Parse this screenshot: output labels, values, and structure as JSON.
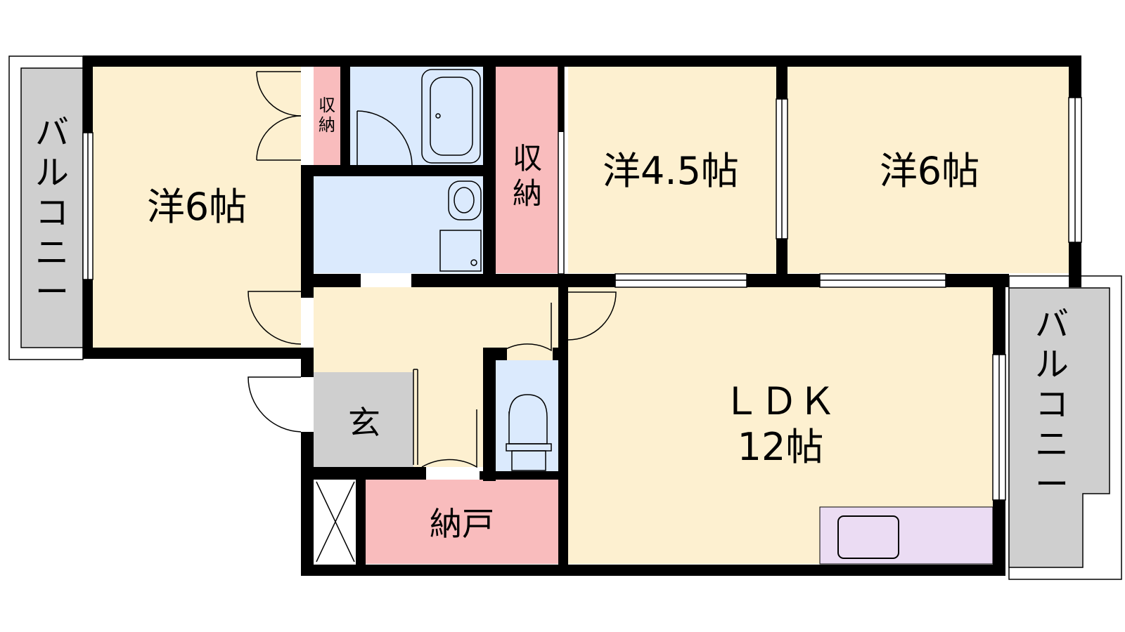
{
  "colors": {
    "western_room": "#fdf0d0",
    "storage": "#f9bcbd",
    "wet_area": "#dbeafd",
    "entrance": "#cfcfcf",
    "balcony": "#cfcfcf",
    "kitchen": "#ebdcf3",
    "wall": "#000000"
  },
  "rooms": {
    "west_room": {
      "label": "洋6帖"
    },
    "room_45": {
      "label": "洋4.5帖"
    },
    "east_room": {
      "label": "洋6帖"
    },
    "ldk": {
      "label_line1": "ＬＤＫ",
      "label_line2": "12帖"
    },
    "small_closet": {
      "label_line1": "収",
      "label_line2": "納"
    },
    "closet": {
      "label_line1": "収",
      "label_line2": "納"
    },
    "entrance": {
      "label": "玄"
    },
    "storeroom": {
      "label": "納戸"
    }
  },
  "balconies": {
    "west": {
      "label_chars": [
        "バ",
        "ル",
        "コ",
        "ニ",
        "ー"
      ]
    },
    "east": {
      "label_chars": [
        "バ",
        "ル",
        "コ",
        "ニ",
        "ー"
      ]
    }
  }
}
